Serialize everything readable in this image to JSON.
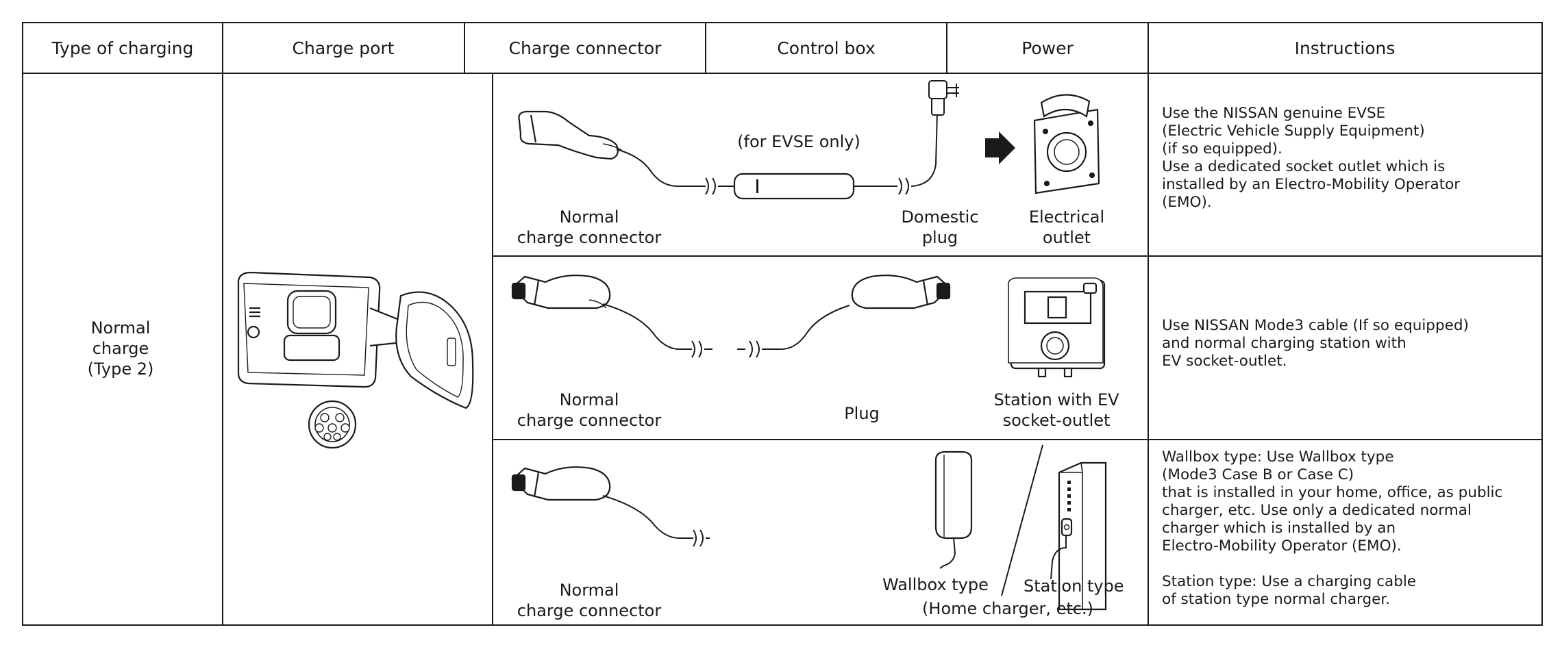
{
  "headers": {
    "type_of_charging": "Type of charging",
    "charge_port": "Charge port",
    "charge_connector": "Charge connector",
    "control_box": "Control box",
    "power": "Power",
    "instructions": "Instructions"
  },
  "type_label": [
    "Normal",
    "charge",
    "(Type 2)"
  ],
  "row1": {
    "connector_label": [
      "Normal",
      "charge connector"
    ],
    "control_box_note": "(for EVSE only)",
    "plug_label": [
      "Domestic",
      "plug"
    ],
    "outlet_label": [
      "Electrical",
      "outlet"
    ],
    "instructions": [
      "Use the NISSAN genuine EVSE",
      "(Electric Vehicle Supply Equipment)",
      "(if so equipped).",
      "Use a dedicated socket outlet which is",
      "installed by an Electro-Mobility Operator",
      "(EMO)."
    ]
  },
  "row2": {
    "connector_label": [
      "Normal",
      "charge connector"
    ],
    "plug_label": "Plug",
    "station_label": [
      "Station with EV",
      "socket-outlet"
    ],
    "instructions": [
      "Use NISSAN Mode3 cable (If so equipped)",
      "and normal charging station with",
      "EV socket-outlet."
    ]
  },
  "row3": {
    "connector_label": [
      "Normal",
      "charge connector"
    ],
    "wallbox_label": "Wallbox type",
    "station_type_label": "Station type",
    "home_charger_label": "(Home charger, etc.)",
    "instructions": [
      "Wallbox type: Use Wallbox type",
      "(Mode3 Case B or Case C)",
      "that is installed in your home, office, as public",
      "charger, etc. Use only a dedicated normal",
      "charger which is installed by an",
      "Electro-Mobility Operator (EMO).",
      "",
      "Station type: Use a charging cable",
      "of station type normal charger."
    ]
  }
}
